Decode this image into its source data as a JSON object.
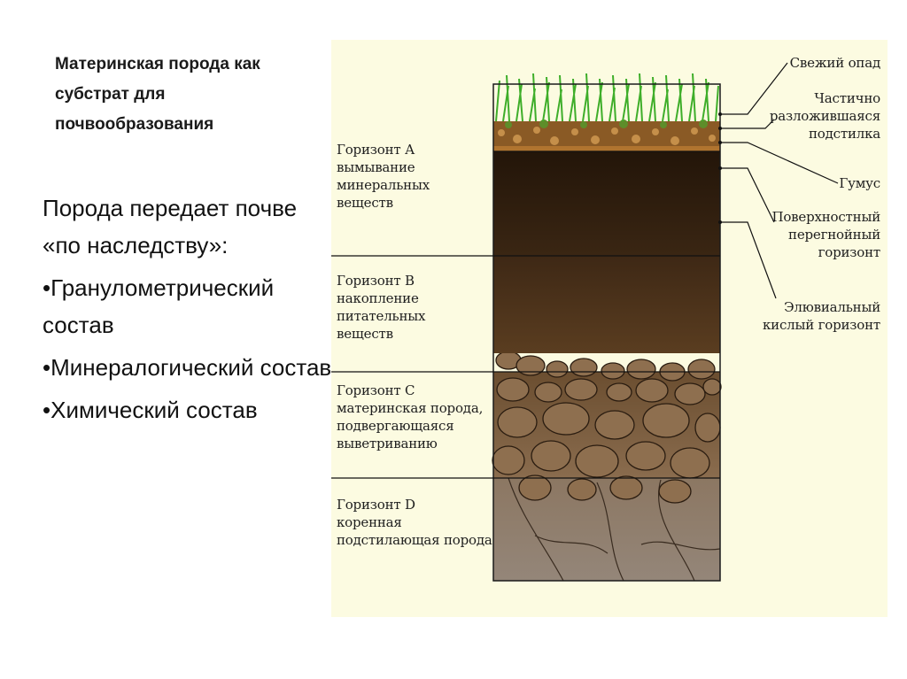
{
  "slide": {
    "title_lines": [
      "Материнская порода как",
      "субстрат для",
      "почвообразования"
    ],
    "bullets": [
      "Порода передает почве «по наследству»:",
      "•Гранулометрический состав",
      "•Минералогический состав",
      "•Химический состав"
    ]
  },
  "diagram": {
    "horizons": [
      {
        "lines": [
          "Горизонт А",
          "вымывание",
          "минеральных",
          "веществ"
        ]
      },
      {
        "lines": [
          "Горизонт В",
          "накопление",
          "питательных",
          "веществ"
        ]
      },
      {
        "lines": [
          "Горизонт С",
          "материнская порода,",
          "подвергающаяся",
          "выветриванию"
        ]
      },
      {
        "lines": [
          "Горизонт D",
          "коренная",
          "подстилающая порода"
        ]
      }
    ],
    "right_labels": [
      {
        "lines": [
          "Свежий опад"
        ]
      },
      {
        "lines": [
          "Частично",
          "разложившаяся",
          "подстилка"
        ]
      },
      {
        "lines": [
          "Гумус"
        ]
      },
      {
        "lines": [
          "Поверхностный",
          "перегнойный",
          "горизонт"
        ]
      },
      {
        "lines": [
          "Элювиальный",
          "кислый горизонт"
        ]
      }
    ],
    "colors": {
      "background": "#fcfbe1",
      "grass": "#3fae2a",
      "litter": "#b5803a",
      "humus": "#2b1c12",
      "horizon_b": "#4a3018",
      "horizon_c": "#7a5a3a",
      "horizon_d": "#8f7e6d"
    }
  }
}
